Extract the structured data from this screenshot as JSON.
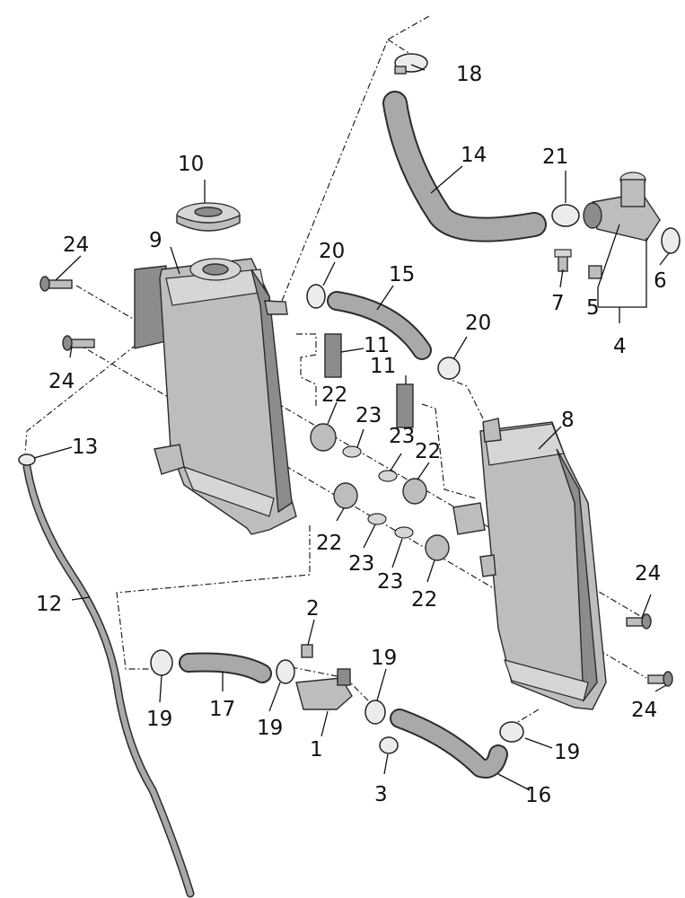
{
  "callouts": [
    {
      "id": "c1",
      "text": "1"
    },
    {
      "id": "c2",
      "text": "2"
    },
    {
      "id": "c3",
      "text": "3"
    },
    {
      "id": "c4",
      "text": "4"
    },
    {
      "id": "c5",
      "text": "5"
    },
    {
      "id": "c6",
      "text": "6"
    },
    {
      "id": "c7",
      "text": "7"
    },
    {
      "id": "c8",
      "text": "8"
    },
    {
      "id": "c9",
      "text": "9"
    },
    {
      "id": "c10",
      "text": "10"
    },
    {
      "id": "c11a",
      "text": "11"
    },
    {
      "id": "c11b",
      "text": "11"
    },
    {
      "id": "c12",
      "text": "12"
    },
    {
      "id": "c13",
      "text": "13"
    },
    {
      "id": "c14",
      "text": "14"
    },
    {
      "id": "c15",
      "text": "15"
    },
    {
      "id": "c16",
      "text": "16"
    },
    {
      "id": "c17",
      "text": "17"
    },
    {
      "id": "c18",
      "text": "18"
    },
    {
      "id": "c19a",
      "text": "19"
    },
    {
      "id": "c19b",
      "text": "19"
    },
    {
      "id": "c19c",
      "text": "19"
    },
    {
      "id": "c19d",
      "text": "19"
    },
    {
      "id": "c20a",
      "text": "20"
    },
    {
      "id": "c20b",
      "text": "20"
    },
    {
      "id": "c21",
      "text": "21"
    },
    {
      "id": "c22a",
      "text": "22"
    },
    {
      "id": "c22b",
      "text": "22"
    },
    {
      "id": "c22c",
      "text": "22"
    },
    {
      "id": "c22d",
      "text": "22"
    },
    {
      "id": "c23a",
      "text": "23"
    },
    {
      "id": "c23b",
      "text": "23"
    },
    {
      "id": "c23c",
      "text": "23"
    },
    {
      "id": "c23d",
      "text": "23"
    },
    {
      "id": "c24a",
      "text": "24"
    },
    {
      "id": "c24b",
      "text": "24"
    },
    {
      "id": "c24c",
      "text": "24"
    },
    {
      "id": "c24d",
      "text": "24"
    }
  ]
}
